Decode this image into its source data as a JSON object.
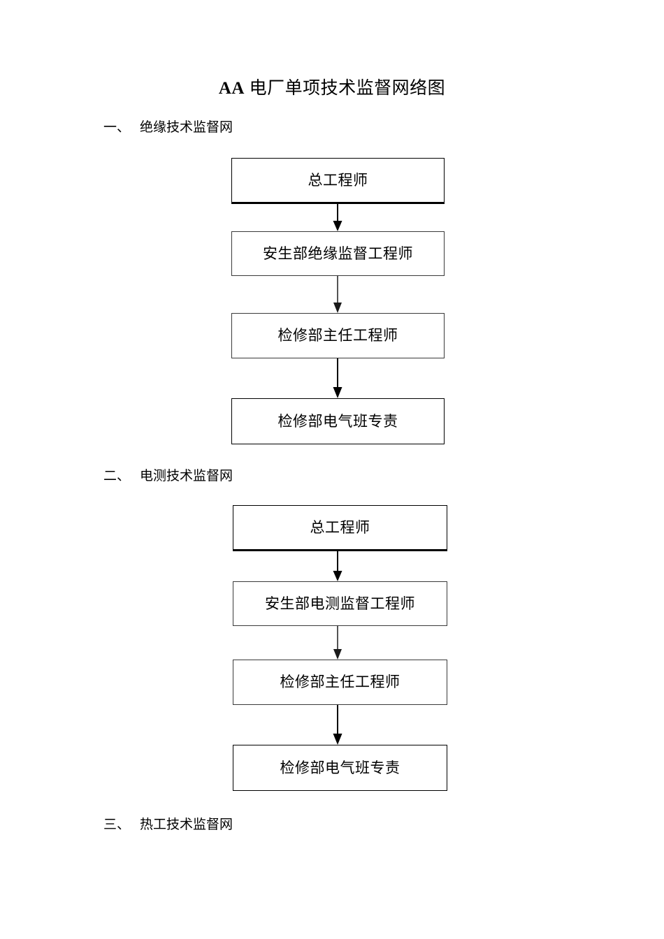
{
  "document": {
    "title_latin": "AA",
    "title_cjk": "电厂单项技术监督网络图"
  },
  "sections": [
    {
      "number": "一、",
      "label": "绝缘技术监督网",
      "diagram": {
        "type": "flowchart",
        "orientation": "vertical",
        "nodes": [
          "总工程师",
          "安生部绝缘监督工程师",
          "检修部主任工程师",
          "检修部电气班专责"
        ],
        "edges": [
          {
            "from": "总工程师",
            "to": "安生部绝缘监督工程师",
            "arrow": "down"
          },
          {
            "from": "安生部绝缘监督工程师",
            "to": "检修部主任工程师",
            "arrow": "down"
          },
          {
            "from": "检修部主任工程师",
            "to": "检修部电气班专责",
            "arrow": "down"
          }
        ]
      }
    },
    {
      "number": "二、",
      "label": "电测技术监督网",
      "diagram": {
        "type": "flowchart",
        "orientation": "vertical",
        "nodes": [
          "总工程师",
          "安生部电测监督工程师",
          "检修部主任工程师",
          "检修部电气班专责"
        ],
        "edges": [
          {
            "from": "总工程师",
            "to": "安生部电测监督工程师",
            "arrow": "down"
          },
          {
            "from": "安生部电测监督工程师",
            "to": "检修部主任工程师",
            "arrow": "down"
          },
          {
            "from": "检修部主任工程师",
            "to": "检修部电气班专责",
            "arrow": "down"
          }
        ]
      }
    },
    {
      "number": "三、",
      "label": "热工技术监督网",
      "diagram": null
    }
  ],
  "colors": {
    "page_background": "#ffffff",
    "text": "#000000",
    "box_border_strong": "#000000",
    "box_border_light": "#3a3a3a",
    "arrow": "#000000"
  }
}
